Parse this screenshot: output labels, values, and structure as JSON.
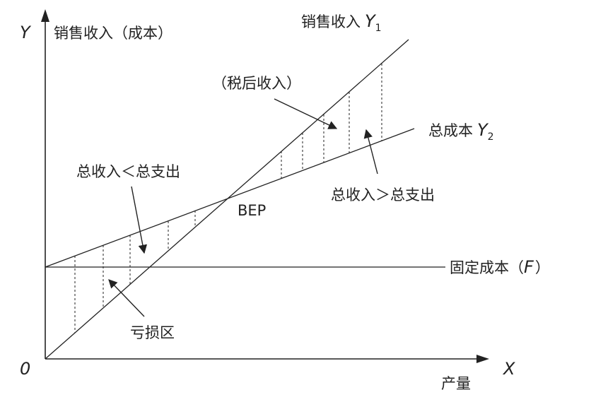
{
  "labels": {
    "y_axis_letter": "Y",
    "x_axis_letter": "X",
    "origin": "0",
    "y_axis_title": "销售收入（成本）",
    "x_axis_title": "产量",
    "revenue_line": "销售收入",
    "revenue_symbol": "Y",
    "revenue_subscript": "1",
    "total_cost_line": "总成本",
    "total_cost_symbol": "Y",
    "total_cost_subscript": "2",
    "fixed_cost_text": "固定成本（",
    "fixed_cost_symbol": "F",
    "fixed_cost_close": "）",
    "after_tax_income": "（税后收入）",
    "loss_condition": "总收入＜总支出",
    "profit_condition": "总收入＞总支出",
    "breakeven": "BEP",
    "loss_zone": "亏损区"
  },
  "colors": {
    "line": "#222222",
    "text": "#222222"
  }
}
